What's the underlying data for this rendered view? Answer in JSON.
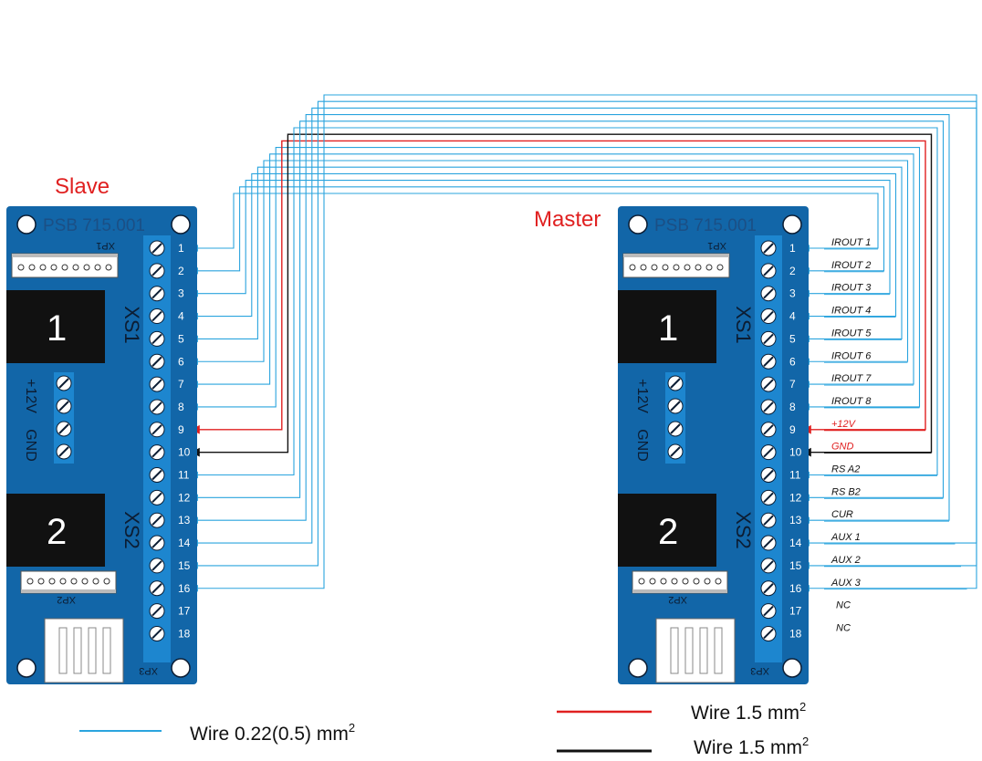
{
  "slave_label": "Slave",
  "master_label": "Master",
  "board": {
    "model": "PSB 715.001",
    "xp1": "XP1",
    "xp2": "XP2",
    "xp3": "XP3",
    "xs1_name": "XS1",
    "xs2_name": "XS2",
    "socket1": "1",
    "socket2": "2",
    "plus12v": "+12V",
    "gnd": "GND"
  },
  "terminals": [
    "1",
    "2",
    "3",
    "4",
    "5",
    "6",
    "7",
    "8",
    "9",
    "10",
    "11",
    "12",
    "13",
    "14",
    "15",
    "16",
    "17",
    "18"
  ],
  "master_signals": [
    "IROUT 1",
    "IROUT 2",
    "IROUT 3",
    "IROUT 4",
    "IROUT 5",
    "IROUT 6",
    "IROUT 7",
    "IROUT 8",
    "+12V",
    "GND",
    "RS A2",
    "RS B2",
    "CUR",
    "AUX 1",
    "AUX 2",
    "AUX 3",
    "NC",
    "NC"
  ],
  "wire_colors": {
    "signal": "#2aa4de",
    "power": "#e02020",
    "ground": "#111111",
    "board": "#1266a8",
    "terminal_strip": "#1d86cf"
  },
  "legend": {
    "thin_label": "Wire 0.22(0.5) mm",
    "thin_sup": "2",
    "red_label": "Wire 1.5 mm",
    "red_sup": "2",
    "black_label": "Wire 1.5 mm",
    "black_sup": "2"
  }
}
